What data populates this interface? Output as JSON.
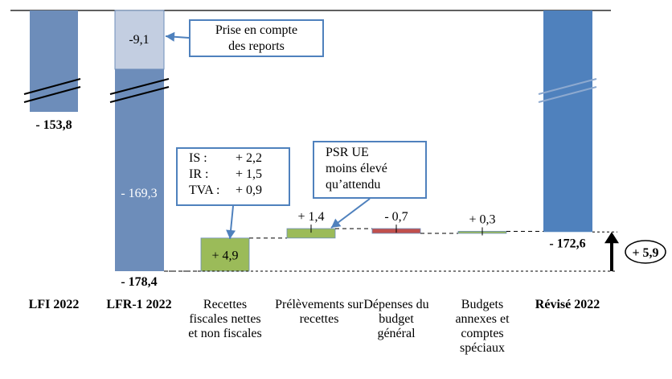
{
  "chart_data": {
    "type": "waterfall",
    "title": "",
    "categories": [
      "LFI 2022",
      "LFR-1 2022",
      "Recettes fiscales nettes et non fiscales",
      "Prélèvements sur recettes",
      "Dépenses du budget général",
      "Budgets annexes et comptes spéciaux",
      "Révisé 2022"
    ],
    "totals": {
      "lfi": -153.8,
      "lfr": -178.4,
      "lfr_main": -169.3,
      "lfr_reports": -9.1,
      "revise": -172.6
    },
    "steps": [
      4.9,
      1.4,
      -0.7,
      0.3
    ],
    "labels": {
      "lfi": "- 153,8",
      "lfr_total": "- 178,4",
      "lfr_main": "- 169,3",
      "lfr_reports": "-9,1",
      "step0": "+ 4,9",
      "step1": "+ 1,4",
      "step2": "- 0,7",
      "step3": "+ 0,3",
      "revise": "- 172,6",
      "delta": "+ 5,9"
    },
    "annotations": {
      "reports": [
        "Prise en compte",
        "des reports"
      ],
      "recettes": [
        [
          "IS :",
          "+ 2,2"
        ],
        [
          "IR :",
          "+ 1,5"
        ],
        [
          "TVA :",
          "+ 0,9"
        ]
      ],
      "psr": [
        "PSR UE",
        "moins élevé",
        "qu’attendu"
      ]
    },
    "colors": {
      "base": "#6d8dba",
      "reports": "#c3cee1",
      "revise": "#4f81bd",
      "positive": "#9bbb59",
      "negative": "#c0504d"
    }
  }
}
